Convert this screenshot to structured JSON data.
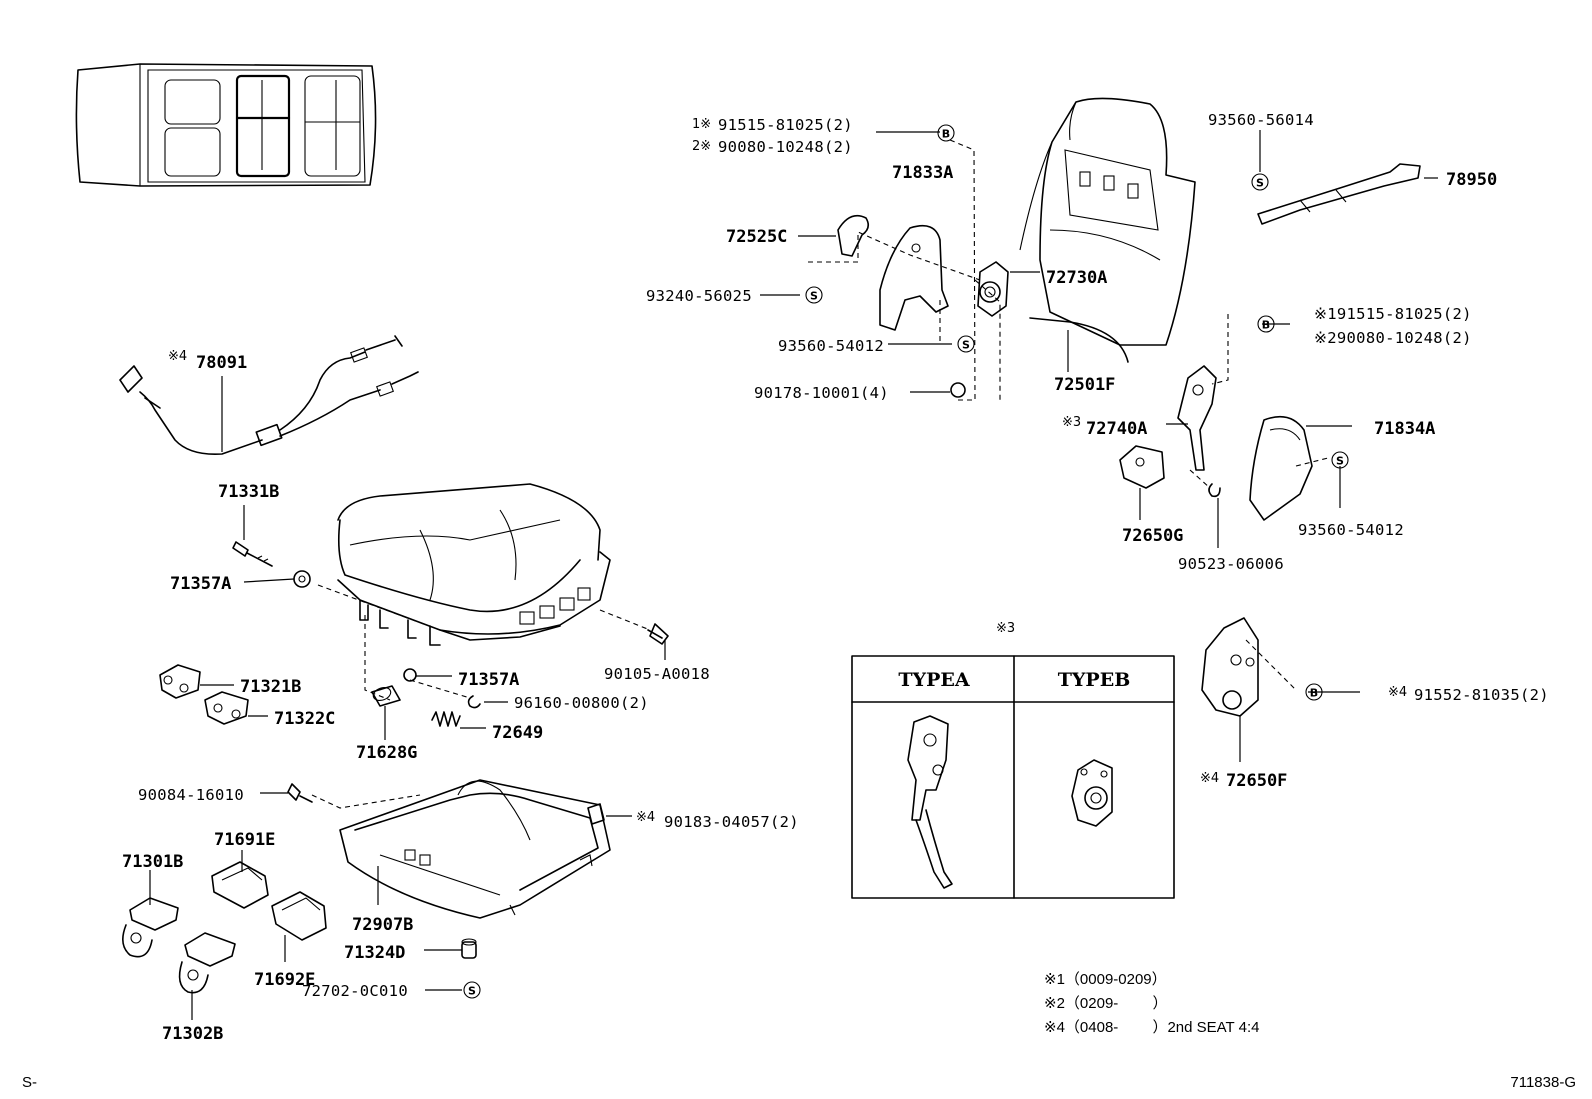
{
  "diagram": {
    "corner_left": "S-",
    "corner_right": "711838-G",
    "labels": {
      "p78091": "78091",
      "p78091_mark": "※4",
      "p71331B": "71331B",
      "p71357A_1": "71357A",
      "p71357A_2": "71357A",
      "p71321B": "71321B",
      "p71322C": "71322C",
      "p71628G": "71628G",
      "p72649": "72649",
      "p96160": "96160-00800(2)",
      "p90105": "90105-A0018",
      "p90084": "90084-16010",
      "p90183": "90183-04057(2)",
      "p90183_mark": "※4",
      "p71691E": "71691E",
      "p71301B": "71301B",
      "p71692E": "71692E",
      "p72907B": "72907B",
      "p71324D": "71324D",
      "p72702": "72702-0C010",
      "p71302B": "71302B",
      "p91515_top": "91515-81025(2)",
      "p91515_top_mark": "1※",
      "p90080_top": "90080-10248(2)",
      "p90080_top_mark": "2※",
      "p71833A": "71833A",
      "p72525C": "72525C",
      "p93240": "93240-56025",
      "p93560_54012_left": "93560-54012",
      "p90178": "90178-10001(4)",
      "p72730A": "72730A",
      "p72501F": "72501F",
      "p93560_56014": "93560-56014",
      "p78950": "78950",
      "p191515": "※191515-81025(2)",
      "p290080": "※290080-10248(2)",
      "p72740A": "72740A",
      "p72740A_mark": "※3",
      "p71834A": "71834A",
      "p72650G": "72650G",
      "p93560_54012_right": "93560-54012",
      "p90523": "90523-06006",
      "p91552": "91552-81035(2)",
      "p91552_mark": "※4",
      "p72650F": "72650F",
      "p72650F_mark": "※4"
    },
    "symbols": {
      "bolt": "B",
      "screw": "S"
    },
    "type_table": {
      "mark": "※3",
      "col_a": "TYPEA",
      "col_b": "TYPEB"
    },
    "notes": [
      "※1（0009-0209）",
      "※2（0209-　　 ）",
      "※4（0408-　　 ）2nd SEAT 4:4"
    ]
  }
}
